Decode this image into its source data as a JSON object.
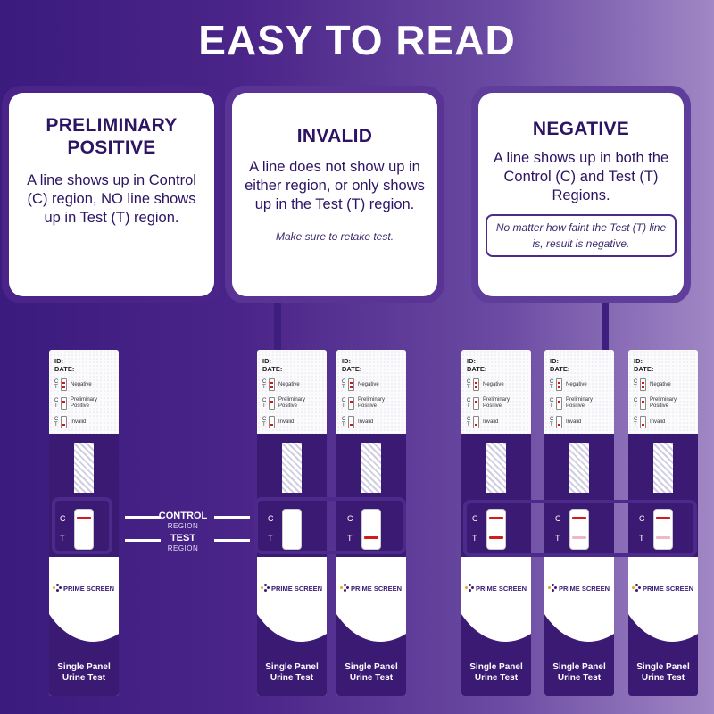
{
  "title": "EASY TO READ",
  "cards": {
    "preliminary": {
      "heading_l1": "PRELIMINARY",
      "heading_l2": "POSITIVE",
      "body": "A line shows up in Control (C) region, NO line shows up in Test (T) region."
    },
    "invalid": {
      "heading": "INVALID",
      "body": "A line does not show up in either region, or only shows up in the Test (T) region.",
      "note": "Make sure to retake test."
    },
    "negative": {
      "heading": "NEGATIVE",
      "body": "A line shows up in both the Control (C) and Test (T) Regions.",
      "note": "No matter how faint the Test (T) line is, result is negative."
    }
  },
  "strip_text": {
    "id": "ID:",
    "date": "DATE:",
    "c": "C",
    "t": "T",
    "legend_negative": "Negative",
    "legend_prelim_l1": "Preliminary",
    "legend_prelim_l2": "Positive",
    "legend_invalid": "Invalid",
    "logo": "PRIME SCREEN",
    "panel_l1": "Single Panel",
    "panel_l2": "Urine Test"
  },
  "region_labels": {
    "control": "CONTROL",
    "control_sub": "REGION",
    "test": "TEST",
    "test_sub": "REGION"
  },
  "colors": {
    "line_red": "#d41a1a",
    "faint_pink": "#f0b8c4",
    "dark_purple": "#3a1a73"
  }
}
